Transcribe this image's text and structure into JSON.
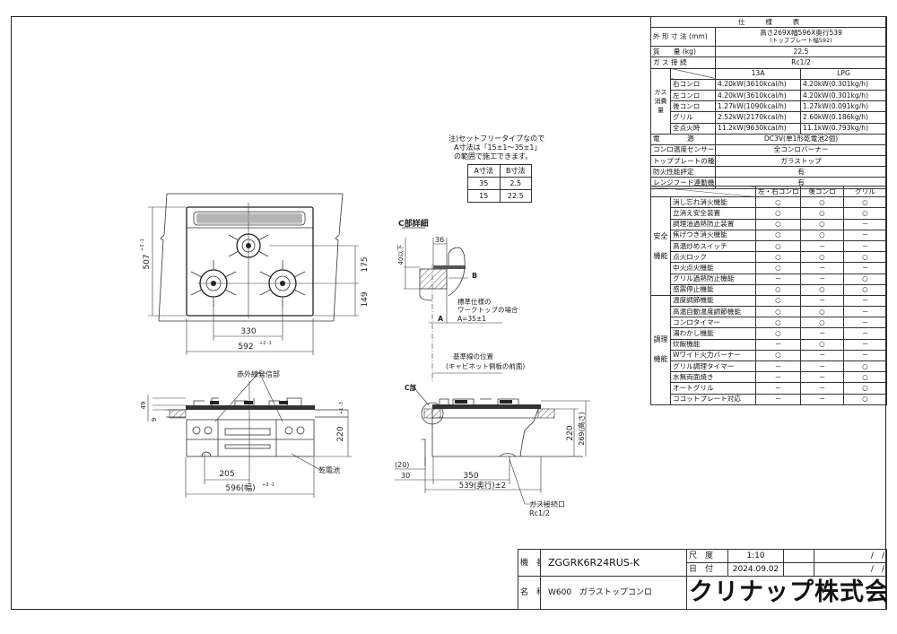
{
  "spec": {
    "title": "仕　　　様　　　表",
    "outer_label": "外 形 寸 法 (mm)",
    "outer_value": "高さ269X幅596X奥行539",
    "outer_sub": "(トップブレート幅592)",
    "mass_label": "質　　量 (kg)",
    "mass_value": "22.5",
    "gas_label": "ガ ス 接 続",
    "gas_value": "Rc1/2",
    "consumption_label": "ガス消費量",
    "col_13a": "13A",
    "col_lpg": "LPG",
    "burners": [
      {
        "name": "右コンロ",
        "v13a": "4.20kW(3610kcal/h)",
        "lpg": "4.20kW(0.301kg/h)"
      },
      {
        "name": "左コンロ",
        "v13a": "4.20kW(3610kcal/h)",
        "lpg": "4.20kW(0.301kg/h)"
      },
      {
        "name": "後コンロ",
        "v13a": "1.27kW(1090kcal/h)",
        "lpg": "1.27kW(0.091kg/h)"
      },
      {
        "name": "グリル",
        "v13a": "2.52kW(2170kcal/h)",
        "lpg": "2.60kW(0.186kg/h)"
      },
      {
        "name": "全点火時",
        "v13a": "11.2kW(9630kcal/h)",
        "lpg": "11.1kW(0.793kg/h)"
      }
    ],
    "other_rows": [
      {
        "label": "電　　　　源",
        "value": "DC3V(単1形乾電池2個)"
      },
      {
        "label": "コンロ温度センサー",
        "value": "全コンロバーナー"
      },
      {
        "label": "トッププレートの種類",
        "value": "ガラストップ"
      },
      {
        "label": "防火性能評定",
        "value": "有"
      },
      {
        "label": "レンジフード連動機能",
        "value": "有"
      }
    ]
  },
  "functions": {
    "headers": [
      "左・右コンロ",
      "後コンロ",
      "グリル"
    ],
    "groups": [
      {
        "label": "安全機能",
        "items": [
          {
            "name": "消し忘れ消火機能",
            "values": [
              "○",
              "○",
              "○"
            ]
          },
          {
            "name": "立消え安全装置",
            "values": [
              "○",
              "○",
              "○"
            ]
          },
          {
            "name": "調理油過熱防止装置",
            "values": [
              "○",
              "○",
              "－"
            ]
          },
          {
            "name": "焦げつき消火機能",
            "values": [
              "○",
              "○",
              "－"
            ]
          },
          {
            "name": "高温炒めスイッチ",
            "values": [
              "○",
              "－",
              "－"
            ]
          },
          {
            "name": "点火ロック",
            "values": [
              "○",
              "○",
              "○"
            ]
          },
          {
            "name": "中火点火機能",
            "values": [
              "○",
              "－",
              "－"
            ]
          },
          {
            "name": "グリル過熱防止機能",
            "values": [
              "－",
              "－",
              "○"
            ]
          },
          {
            "name": "感震停止機能",
            "values": [
              "○",
              "○",
              "○"
            ]
          }
        ]
      },
      {
        "label": "調理機能",
        "items": [
          {
            "name": "温度調節機能",
            "values": [
              "○",
              "－",
              "－"
            ]
          },
          {
            "name": "高温自動温度調節機能",
            "values": [
              "○",
              "○",
              "－"
            ]
          },
          {
            "name": "コンロタイマー",
            "values": [
              "○",
              "○",
              "－"
            ]
          },
          {
            "name": "湯わかし機能",
            "values": [
              "○",
              "－",
              "－"
            ]
          },
          {
            "name": "炊飯機能",
            "values": [
              "－",
              "○",
              "－"
            ]
          },
          {
            "name": "Wワイド火力バーナー",
            "values": [
              "○",
              "－",
              "－"
            ]
          },
          {
            "name": "グリル調理タイマー",
            "values": [
              "－",
              "－",
              "○"
            ]
          },
          {
            "name": "水無両面焼き",
            "values": [
              "－",
              "－",
              "○"
            ]
          },
          {
            "name": "オートグリル",
            "values": [
              "－",
              "－",
              "○"
            ]
          },
          {
            "name": "ココットプレート対応",
            "values": [
              "－",
              "－",
              "○"
            ]
          }
        ]
      }
    ]
  },
  "note": {
    "lines": [
      "注)セットフリータイプなので",
      "A寸法は「15±1～35±1」",
      "の範囲で施工できます。"
    ],
    "headers": [
      "A寸法",
      "B寸法"
    ],
    "rows": [
      [
        "35",
        "2.5"
      ],
      [
        "15",
        "22.5"
      ]
    ]
  },
  "top_view": {
    "d507": "507",
    "d507_tol": "+3 -1",
    "d175": "175",
    "d149": "149",
    "d330": "330",
    "d592": "592",
    "d592_tol": "+2 -1"
  },
  "front_view": {
    "ir_label": "赤外線発信部",
    "d49": "49",
    "d9": "9",
    "d220": "220",
    "d220_tol": "+1 -3",
    "battery_label": "乾電池",
    "d205": "205",
    "d596": "596(幅)",
    "d596_tol": "+3 -1"
  },
  "detail": {
    "title": "C部詳細",
    "d36": "36",
    "d40": "40以下",
    "b_label": "B",
    "a_label": "A",
    "std1": "標準仕様の",
    "std2": "ワークトップの場合",
    "std3": "A=35±1",
    "ref1": "基準線の位置",
    "ref2": "(キャビネット側板の前面)"
  },
  "side_view": {
    "c_label": "C部",
    "d220": "220",
    "d269": "269(高さ)",
    "d20": "(20)",
    "d30": "30",
    "d350": "350",
    "d539": "539(奥行)±2",
    "gas1": "ガス接続口",
    "gas2": "Rc1/2"
  },
  "title_block": {
    "model_label": "機　番",
    "model": "ZGGRK6R24RUS-K",
    "scale_label": "尺　度",
    "scale": "1:10",
    "date_label": "日　付",
    "date": "2024.09.02",
    "name_label": "名　称",
    "name": "W600　ガラストップコンロ",
    "company": "クリナップ株式会社",
    "blank1": "/　/",
    "blank2": "/　/"
  }
}
